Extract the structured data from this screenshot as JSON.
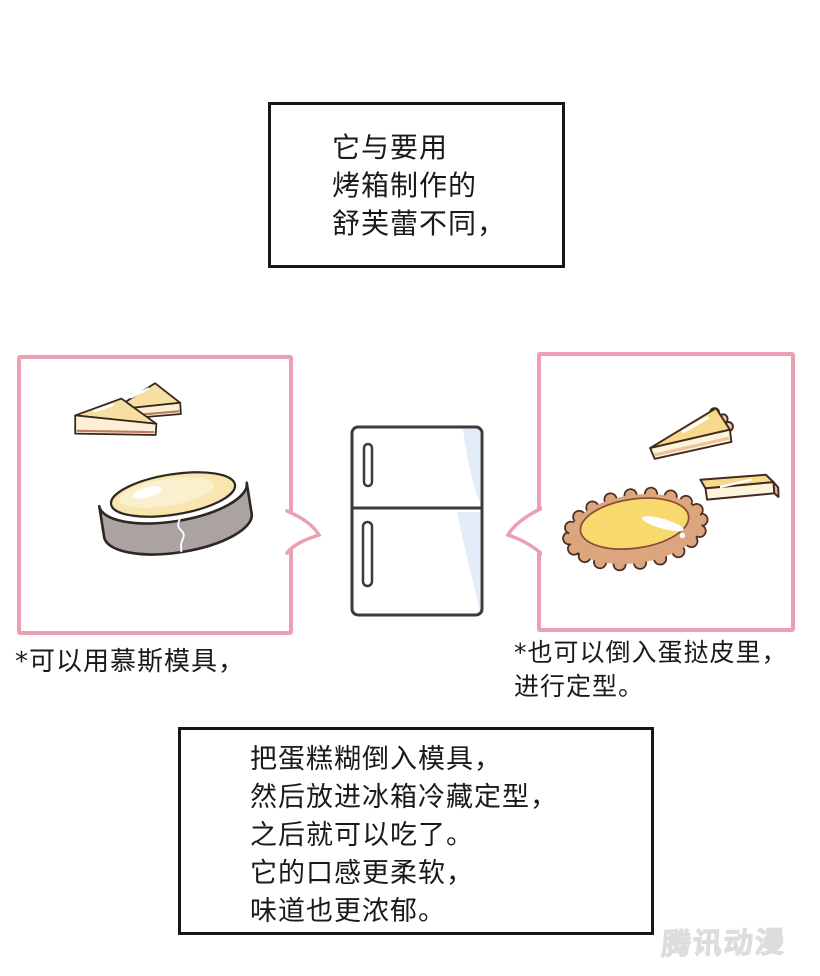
{
  "page": {
    "background": "#ffffff",
    "type": "comic-tutorial-page"
  },
  "colors": {
    "panel_border_pink": "#eb9fb0",
    "box_border_black": "#161616",
    "text_black": "#1a1a1a",
    "mold_gray": "#aba2a2",
    "custard_yellow": "#f8d96e",
    "tart_crust_tan": "#dba57e",
    "cake_cream": "#fbf0d6",
    "cake_top_gold": "#f7dfa2",
    "fridge_shade_blue": "#e3ecf8",
    "watermark_gray": "#e5e5e5"
  },
  "top_box": {
    "lines": [
      "它与要用",
      "烤箱制作的",
      "舒芙蕾不同，"
    ]
  },
  "panels": {
    "left": {
      "illustration": "cheesecake-slices-and-mousse-mold",
      "caption": "*可以用慕斯模具，"
    },
    "right": {
      "illustration": "egg-tart-and-tart-slices",
      "caption_lines": [
        "*也可以倒入蛋挞皮里，",
        "进行定型。"
      ]
    }
  },
  "fridge": {
    "illustration": "two-door-refrigerator"
  },
  "bottom_box": {
    "lines": [
      "把蛋糕糊倒入模具，",
      "然后放进冰箱冷藏定型，",
      "之后就可以吃了。",
      "它的口感更柔软，",
      "味道也更浓郁。"
    ]
  },
  "watermark": {
    "text": "腾讯动漫"
  }
}
